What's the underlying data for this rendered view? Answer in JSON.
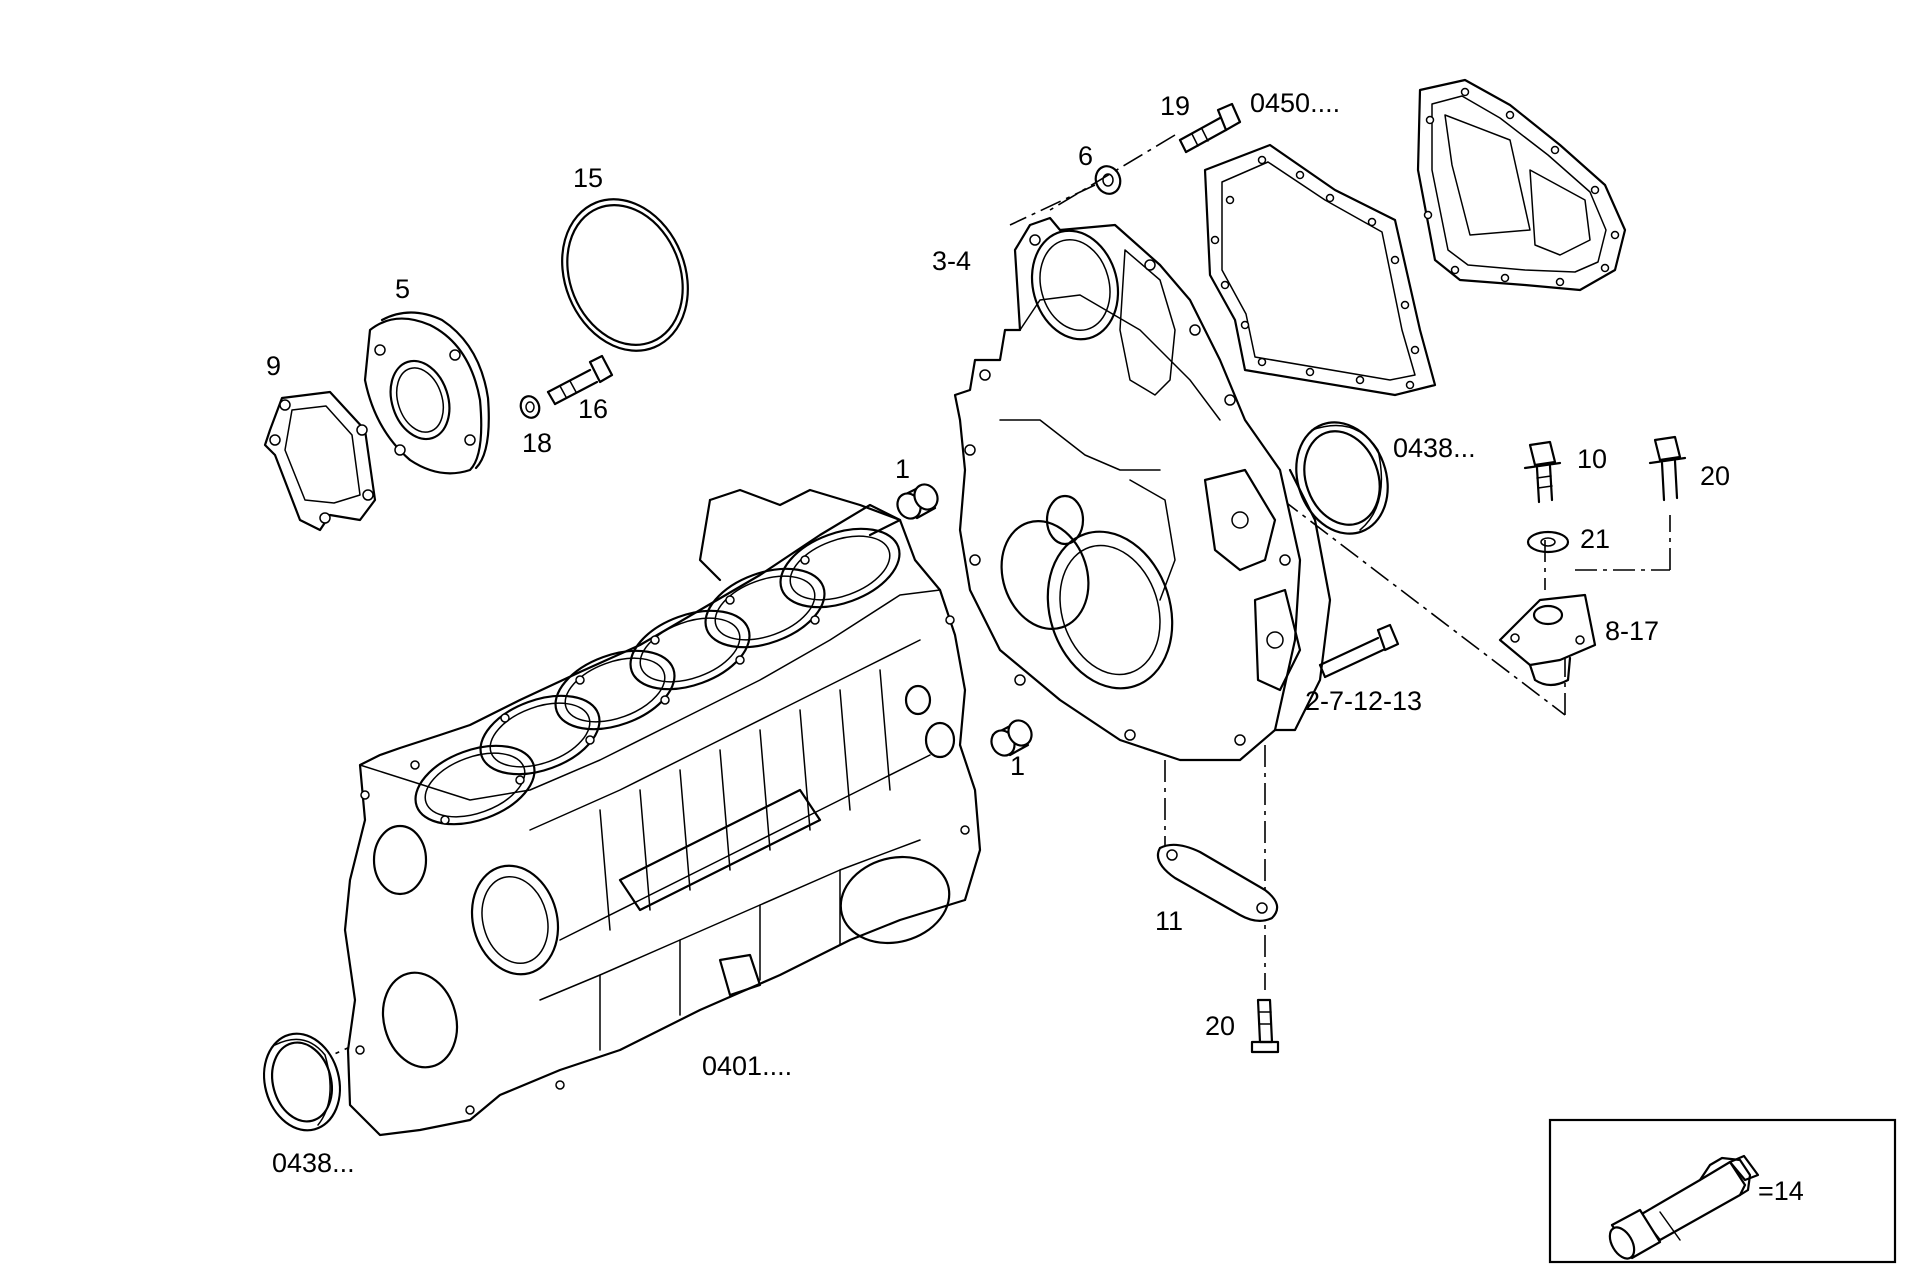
{
  "callouts": {
    "c_19": "19",
    "c_0450": "0450....",
    "c_6": "6",
    "c_15": "15",
    "c_3_4": "3-4",
    "c_5": "5",
    "c_9": "9",
    "c_16": "16",
    "c_18": "18",
    "c_0438_top": "0438...",
    "c_10": "10",
    "c_20_right": "20",
    "c_21": "21",
    "c_1_top": "1",
    "c_8_17": "8-17",
    "c_2_7_12_13": "2-7-12-13",
    "c_1_bottom": "1",
    "c_11": "11",
    "c_20_bottom": "20",
    "c_0401": "0401....",
    "c_0438_bottom": "0438..."
  },
  "legend": {
    "sealant_label": "=14",
    "sealant_icon": "sealant-tube-icon"
  }
}
